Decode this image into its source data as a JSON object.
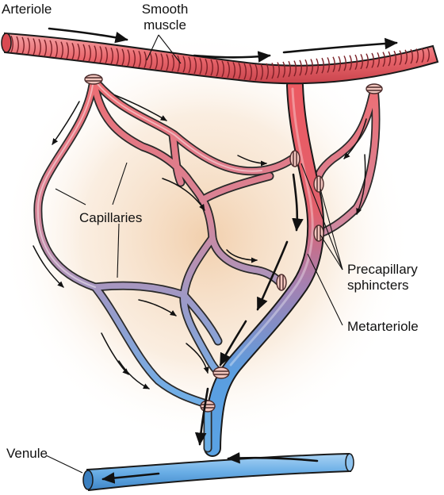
{
  "diagram": {
    "labels": {
      "arteriole": "Arteriole",
      "smooth_muscle_line1": "Smooth",
      "smooth_muscle_line2": "muscle",
      "capillaries": "Capillaries",
      "precapillary_line1": "Precapillary",
      "precapillary_line2": "sphincters",
      "metarteriole": "Metarteriole",
      "venule": "Venule"
    },
    "colors": {
      "arterial": "#e8606a",
      "arterial_dark": "#b8363e",
      "venous": "#6aaee6",
      "venous_dark": "#2c6aa6",
      "sphincter": "#f2c6be",
      "background_glow": "#f3d3b4",
      "outline": "#1a1a1a"
    }
  }
}
